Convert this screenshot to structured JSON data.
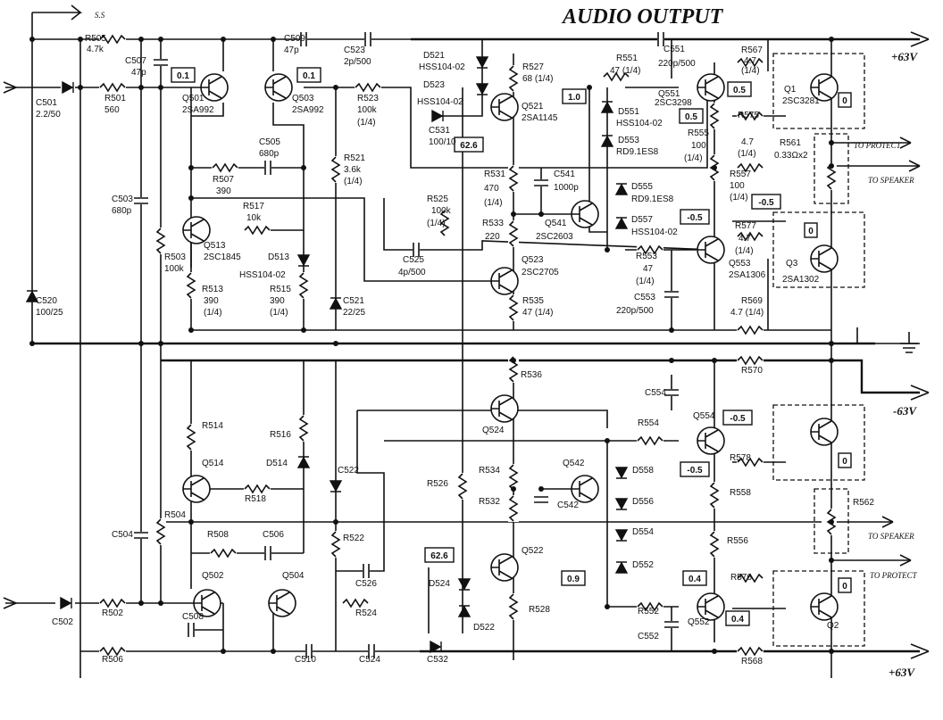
{
  "title": "AUDIO OUTPUT",
  "rails": {
    "pos_top": "+63V",
    "neg": "-63V",
    "pos_bottom": "+63V"
  },
  "ss_label": "S.S",
  "outputs": {
    "to_protect": "TO PROTECT",
    "to_speaker": "TO SPEAKER"
  },
  "voltage_tags": [
    "0.1",
    "0.1",
    "1.0",
    "0.5",
    "0.5",
    "62.6",
    "-0.5",
    "-0.5",
    "0",
    "0",
    "-0.5",
    "-0.5",
    "0",
    "62.6",
    "0.9",
    "0.4",
    "0.4",
    "0"
  ],
  "labels": [
    {
      "text": "R505",
      "p": [
        95,
        46
      ]
    },
    {
      "text": "4.7k",
      "p": [
        97,
        58
      ]
    },
    {
      "text": "C507",
      "p": [
        140,
        71
      ]
    },
    {
      "text": "47p",
      "p": [
        147,
        84
      ]
    },
    {
      "text": "C501",
      "p": [
        40,
        118
      ]
    },
    {
      "text": "2.2/50",
      "p": [
        40,
        131
      ]
    },
    {
      "text": "R501",
      "p": [
        117,
        113
      ]
    },
    {
      "text": "560",
      "p": [
        117,
        126
      ]
    },
    {
      "text": "Q501",
      "p": [
        204,
        113
      ]
    },
    {
      "text": "2SA992",
      "p": [
        204,
        126
      ]
    },
    {
      "text": "C509",
      "p": [
        318,
        46
      ]
    },
    {
      "text": "47p",
      "p": [
        318,
        59
      ]
    },
    {
      "text": "Q503",
      "p": [
        327,
        113
      ]
    },
    {
      "text": "2SA992",
      "p": [
        327,
        126
      ]
    },
    {
      "text": "C523",
      "p": [
        385,
        59
      ]
    },
    {
      "text": "2p/500",
      "p": [
        385,
        72
      ]
    },
    {
      "text": "R523",
      "p": [
        400,
        113
      ]
    },
    {
      "text": "100k",
      "p": [
        400,
        126
      ]
    },
    {
      "text": "(1/4)",
      "p": [
        400,
        140
      ]
    },
    {
      "text": "C505",
      "p": [
        290,
        162
      ]
    },
    {
      "text": "680p",
      "p": [
        290,
        175
      ]
    },
    {
      "text": "R507",
      "p": [
        238,
        204
      ]
    },
    {
      "text": "390",
      "p": [
        242,
        217
      ]
    },
    {
      "text": "C503",
      "p": [
        125,
        226
      ]
    },
    {
      "text": "680p",
      "p": [
        125,
        239
      ]
    },
    {
      "text": "R517",
      "p": [
        272,
        234
      ]
    },
    {
      "text": "10k",
      "p": [
        276,
        247
      ]
    },
    {
      "text": "Q513",
      "p": [
        228,
        278
      ]
    },
    {
      "text": "2SC1845",
      "p": [
        228,
        291
      ]
    },
    {
      "text": "D513",
      "p": [
        300,
        291
      ]
    },
    {
      "text": "HSS104-02",
      "p": [
        268,
        311
      ]
    },
    {
      "text": "R503",
      "p": [
        184,
        291
      ]
    },
    {
      "text": "100k",
      "p": [
        184,
        304
      ]
    },
    {
      "text": "R513",
      "p": [
        226,
        327
      ]
    },
    {
      "text": "390",
      "p": [
        228,
        340
      ]
    },
    {
      "text": "(1/4)",
      "p": [
        228,
        353
      ]
    },
    {
      "text": "R515",
      "p": [
        302,
        327
      ]
    },
    {
      "text": "390",
      "p": [
        302,
        340
      ]
    },
    {
      "text": "(1/4)",
      "p": [
        302,
        353
      ]
    },
    {
      "text": "R521",
      "p": [
        385,
        180
      ]
    },
    {
      "text": "3.6k",
      "p": [
        385,
        193
      ]
    },
    {
      "text": "(1/4)",
      "p": [
        385,
        206
      ]
    },
    {
      "text": "C521",
      "p": [
        384,
        340
      ]
    },
    {
      "text": "22/25",
      "p": [
        384,
        353
      ]
    },
    {
      "text": "C520",
      "p": [
        40,
        340
      ]
    },
    {
      "text": "100/25",
      "p": [
        40,
        353
      ]
    },
    {
      "text": "D521",
      "p": [
        474,
        65
      ]
    },
    {
      "text": "HSS104-02",
      "p": [
        469,
        78
      ]
    },
    {
      "text": "D523",
      "p": [
        474,
        98
      ]
    },
    {
      "text": "HSS104-02",
      "p": [
        467,
        117
      ]
    },
    {
      "text": "C531",
      "p": [
        480,
        149
      ]
    },
    {
      "text": "100/10",
      "p": [
        480,
        162
      ]
    },
    {
      "text": "R527",
      "p": [
        585,
        78
      ]
    },
    {
      "text": "68 (1/4)",
      "p": [
        585,
        91
      ]
    },
    {
      "text": "Q521",
      "p": [
        584,
        122
      ]
    },
    {
      "text": "2SA1145",
      "p": [
        584,
        135
      ]
    },
    {
      "text": "C551",
      "p": [
        743,
        58
      ]
    },
    {
      "text": "220p/500",
      "p": [
        737,
        74
      ]
    },
    {
      "text": "R551",
      "p": [
        690,
        68
      ]
    },
    {
      "text": "47 (1/4)",
      "p": [
        683,
        82
      ]
    },
    {
      "text": "Q551",
      "p": [
        737,
        108
      ]
    },
    {
      "text": "2SC3298",
      "p": [
        733,
        118
      ]
    },
    {
      "text": "D551",
      "p": [
        692,
        128
      ]
    },
    {
      "text": "HSS104-02",
      "p": [
        690,
        141
      ]
    },
    {
      "text": "D553",
      "p": [
        692,
        160
      ]
    },
    {
      "text": "RD9.1ES8",
      "p": [
        690,
        173
      ]
    },
    {
      "text": "R531",
      "p": [
        542,
        198
      ]
    },
    {
      "text": "470",
      "p": [
        542,
        214
      ]
    },
    {
      "text": "(1/4)",
      "p": [
        542,
        230
      ]
    },
    {
      "text": "C541",
      "p": [
        620,
        198
      ]
    },
    {
      "text": "1000p",
      "p": [
        620,
        213
      ]
    },
    {
      "text": "R525",
      "p": [
        478,
        226
      ]
    },
    {
      "text": "100k",
      "p": [
        483,
        239
      ]
    },
    {
      "text": "(1/4)",
      "p": [
        478,
        253
      ]
    },
    {
      "text": "R533",
      "p": [
        540,
        253
      ]
    },
    {
      "text": "220",
      "p": [
        543,
        268
      ]
    },
    {
      "text": "Q541",
      "p": [
        610,
        253
      ]
    },
    {
      "text": "2SC2603",
      "p": [
        600,
        268
      ]
    },
    {
      "text": "D555",
      "p": [
        707,
        212
      ]
    },
    {
      "text": "RD9.1ES8",
      "p": [
        707,
        226
      ]
    },
    {
      "text": "D557",
      "p": [
        707,
        249
      ]
    },
    {
      "text": "HSS104-02",
      "p": [
        707,
        263
      ]
    },
    {
      "text": "C525",
      "p": [
        451,
        294
      ]
    },
    {
      "text": "4p/500",
      "p": [
        446,
        308
      ]
    },
    {
      "text": "Q523",
      "p": [
        584,
        294
      ]
    },
    {
      "text": "2SC2705",
      "p": [
        584,
        308
      ]
    },
    {
      "text": "R535",
      "p": [
        585,
        340
      ]
    },
    {
      "text": "47 (1/4)",
      "p": [
        585,
        353
      ]
    },
    {
      "text": "R553",
      "p": [
        712,
        290
      ]
    },
    {
      "text": "47",
      "p": [
        720,
        304
      ]
    },
    {
      "text": "(1/4)",
      "p": [
        712,
        318
      ]
    },
    {
      "text": "C553",
      "p": [
        710,
        336
      ]
    },
    {
      "text": "220p/500",
      "p": [
        690,
        351
      ]
    },
    {
      "text": "R567",
      "p": [
        830,
        59
      ]
    },
    {
      "text": "4.7",
      "p": [
        833,
        71
      ]
    },
    {
      "text": "(1/4)",
      "p": [
        830,
        82
      ]
    },
    {
      "text": "Q1",
      "p": [
        878,
        103
      ]
    },
    {
      "text": "2SC3281",
      "p": [
        876,
        116
      ]
    },
    {
      "text": "R575",
      "p": [
        826,
        132
      ]
    },
    {
      "text": "R555",
      "p": [
        770,
        152
      ]
    },
    {
      "text": "100",
      "p": [
        774,
        166
      ]
    },
    {
      "text": "(1/4)",
      "p": [
        766,
        180
      ]
    },
    {
      "text": "4.7",
      "p": [
        830,
        162
      ]
    },
    {
      "text": "(1/4)",
      "p": [
        826,
        175
      ]
    },
    {
      "text": "R561",
      "p": [
        873,
        163
      ]
    },
    {
      "text": "0.33Ωx2",
      "p": [
        867,
        177
      ]
    },
    {
      "text": "R557",
      "p": [
        817,
        198
      ]
    },
    {
      "text": "100",
      "p": [
        817,
        211
      ]
    },
    {
      "text": "(1/4)",
      "p": [
        817,
        224
      ]
    },
    {
      "text": "R577",
      "p": [
        823,
        256
      ]
    },
    {
      "text": "4.7",
      "p": [
        827,
        270
      ]
    },
    {
      "text": "(1/4)",
      "p": [
        823,
        284
      ]
    },
    {
      "text": "Q553",
      "p": [
        816,
        298
      ]
    },
    {
      "text": "2SA1306",
      "p": [
        816,
        311
      ]
    },
    {
      "text": "Q3",
      "p": [
        880,
        298
      ]
    },
    {
      "text": "2SA1302",
      "p": [
        876,
        316
      ]
    },
    {
      "text": "R569",
      "p": [
        830,
        340
      ]
    },
    {
      "text": "4.7 (1/4)",
      "p": [
        818,
        353
      ]
    },
    {
      "text": "R570",
      "p": [
        830,
        418
      ]
    },
    {
      "text": "R536",
      "p": [
        583,
        423
      ]
    },
    {
      "text": "C554",
      "p": [
        722,
        443
      ]
    },
    {
      "text": "Q524",
      "p": [
        540,
        485
      ]
    },
    {
      "text": "R554",
      "p": [
        714,
        477
      ]
    },
    {
      "text": "Q554",
      "p": [
        776,
        469
      ]
    },
    {
      "text": "R514",
      "p": [
        226,
        480
      ]
    },
    {
      "text": "R516",
      "p": [
        302,
        490
      ]
    },
    {
      "text": "Q514",
      "p": [
        226,
        522
      ]
    },
    {
      "text": "D514",
      "p": [
        298,
        522
      ]
    },
    {
      "text": "C522",
      "p": [
        378,
        530
      ]
    },
    {
      "text": "R518",
      "p": [
        274,
        562
      ]
    },
    {
      "text": "R526",
      "p": [
        478,
        545
      ]
    },
    {
      "text": "R534",
      "p": [
        536,
        530
      ]
    },
    {
      "text": "R532",
      "p": [
        536,
        565
      ]
    },
    {
      "text": "Q542",
      "p": [
        630,
        522
      ]
    },
    {
      "text": "C542",
      "p": [
        624,
        569
      ]
    },
    {
      "text": "D558",
      "p": [
        708,
        530
      ]
    },
    {
      "text": "D556",
      "p": [
        708,
        565
      ]
    },
    {
      "text": "D554",
      "p": [
        708,
        599
      ]
    },
    {
      "text": "D552",
      "p": [
        708,
        636
      ]
    },
    {
      "text": "R578",
      "p": [
        817,
        516
      ]
    },
    {
      "text": "R558",
      "p": [
        817,
        555
      ]
    },
    {
      "text": "R556",
      "p": [
        814,
        609
      ]
    },
    {
      "text": "R562",
      "p": [
        955,
        566
      ]
    },
    {
      "text": "R504",
      "p": [
        184,
        580
      ]
    },
    {
      "text": "C504",
      "p": [
        125,
        602
      ]
    },
    {
      "text": "R508",
      "p": [
        232,
        602
      ]
    },
    {
      "text": "C506",
      "p": [
        294,
        602
      ]
    },
    {
      "text": "R522",
      "p": [
        384,
        606
      ]
    },
    {
      "text": "Q522",
      "p": [
        584,
        620
      ]
    },
    {
      "text": "D524",
      "p": [
        480,
        657
      ]
    },
    {
      "text": "R576",
      "p": [
        818,
        650
      ]
    },
    {
      "text": "Q502",
      "p": [
        226,
        648
      ]
    },
    {
      "text": "Q504",
      "p": [
        316,
        648
      ]
    },
    {
      "text": "C526",
      "p": [
        398,
        657
      ]
    },
    {
      "text": "R524",
      "p": [
        398,
        690
      ]
    },
    {
      "text": "C508",
      "p": [
        204,
        694
      ]
    },
    {
      "text": "R528",
      "p": [
        592,
        686
      ]
    },
    {
      "text": "D522",
      "p": [
        530,
        706
      ]
    },
    {
      "text": "R552",
      "p": [
        714,
        688
      ]
    },
    {
      "text": "C552",
      "p": [
        714,
        716
      ]
    },
    {
      "text": "Q552",
      "p": [
        770,
        700
      ]
    },
    {
      "text": "Q2",
      "p": [
        926,
        704
      ]
    },
    {
      "text": "C502",
      "p": [
        58,
        700
      ]
    },
    {
      "text": "R502",
      "p": [
        114,
        690
      ]
    },
    {
      "text": "R506",
      "p": [
        114,
        742
      ]
    },
    {
      "text": "C510",
      "p": [
        330,
        742
      ]
    },
    {
      "text": "C524",
      "p": [
        402,
        742
      ]
    },
    {
      "text": "C532",
      "p": [
        478,
        742
      ]
    },
    {
      "text": "R568",
      "p": [
        830,
        744
      ]
    }
  ]
}
